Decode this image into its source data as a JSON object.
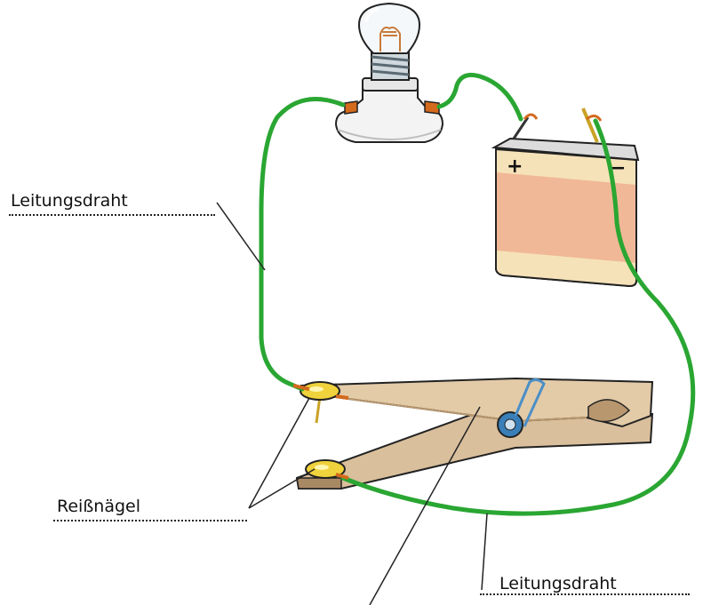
{
  "labels": {
    "wire_top_left": "Leitungsdraht",
    "thumbtacks": "Reißnägel",
    "wire_bottom_right": "Leitungsdraht"
  },
  "battery": {
    "plus": "+",
    "minus": "−"
  },
  "colors": {
    "wire": "#2aa632",
    "clip_wood": "#d9bf9c",
    "battery_body": "#f0b896",
    "bulb_base": "#f3f3f3",
    "tack": "#f0d23c",
    "terminal": "#d46a1c"
  },
  "icons": [
    "light-bulb-icon",
    "battery-icon",
    "clothespin-icon",
    "thumbtack-icon"
  ]
}
